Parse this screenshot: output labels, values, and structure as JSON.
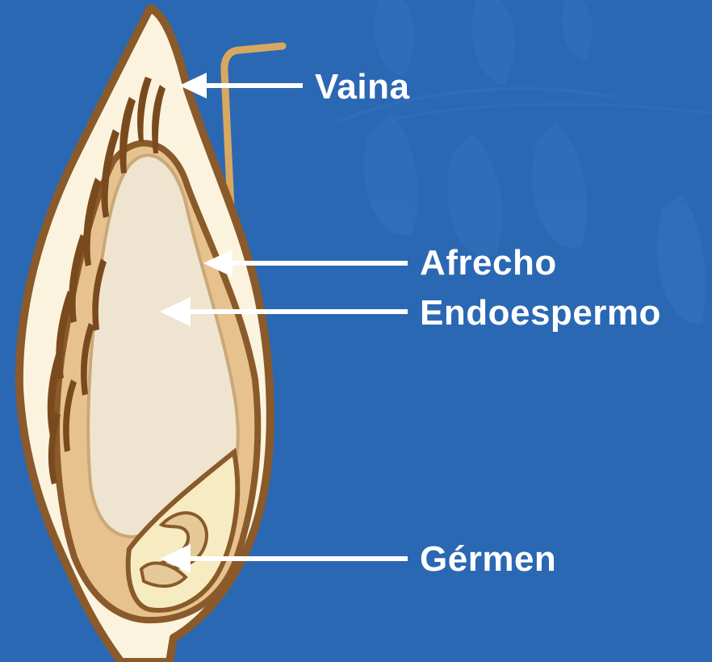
{
  "colors": {
    "background": "#2a68b4",
    "leaf_watermark": "#3a7ac4",
    "husk_fill": "#fbf3de",
    "husk_outline": "#8a5a2b",
    "bran": "#e7c28e",
    "endosperm": "#efe4cf",
    "germ": "#f7ebc2",
    "hair": "#7a4a1f",
    "awn": "#d8a860",
    "label_text": "#ffffff",
    "arrow": "#ffffff"
  },
  "labels": {
    "vaina": "Vaina",
    "afrecho": "Afrecho",
    "endoespermo": "Endoespermo",
    "germen": "Gérmen"
  }
}
